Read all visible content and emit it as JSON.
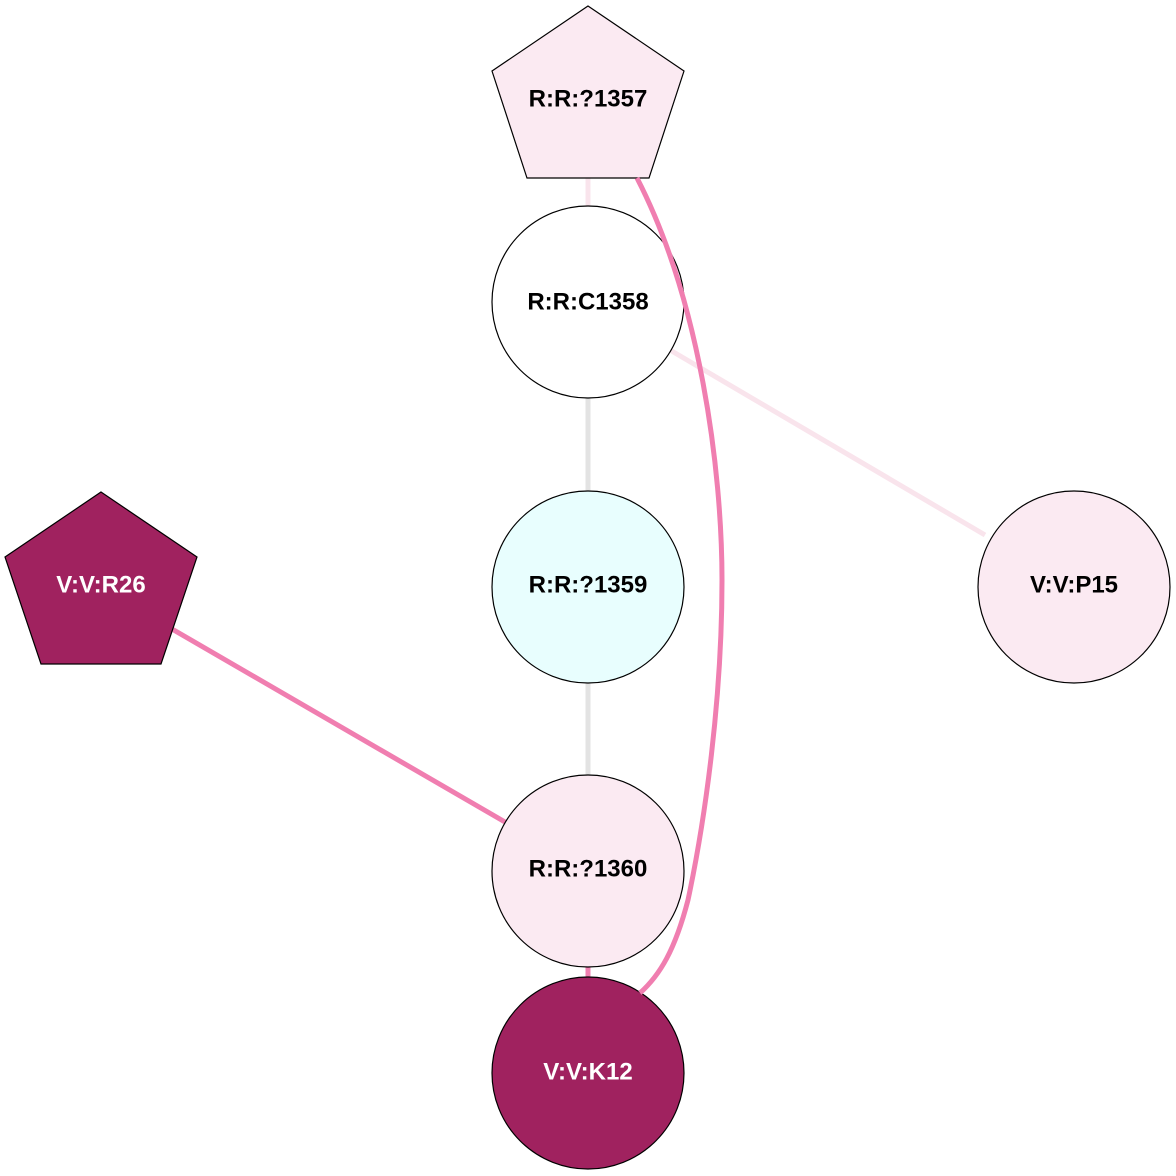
{
  "colors": {
    "edge_strong": "#f07eb0",
    "edge_faint": "#f9e4ec",
    "edge_gray": "#e3e3e3",
    "node_dark": "#a0225f",
    "node_light_pink": "#fbeaf2",
    "node_cyan": "#e8fefe",
    "node_white": "#ffffff"
  },
  "nodes": [
    {
      "id": "R:R:?1357",
      "label": "R:R:?1357",
      "shape": "pentagon",
      "fill": "#fbeaf2",
      "text_color": "#000000"
    },
    {
      "id": "R:R:C1358",
      "label": "R:R:C1358",
      "shape": "circle",
      "fill": "#ffffff",
      "text_color": "#000000"
    },
    {
      "id": "R:R:?1359",
      "label": "R:R:?1359",
      "shape": "circle",
      "fill": "#e8fefe",
      "text_color": "#000000"
    },
    {
      "id": "R:R:?1360",
      "label": "R:R:?1360",
      "shape": "circle",
      "fill": "#fbeaf2",
      "text_color": "#000000"
    },
    {
      "id": "V:V:K12",
      "label": "V:V:K12",
      "shape": "circle",
      "fill": "#a0225f",
      "text_color": "#ffffff"
    },
    {
      "id": "V:V:P15",
      "label": "V:V:P15",
      "shape": "circle",
      "fill": "#fbeaf2",
      "text_color": "#000000"
    },
    {
      "id": "V:V:R26",
      "label": "V:V:R26",
      "shape": "pentagon",
      "fill": "#a0225f",
      "text_color": "#ffffff"
    }
  ],
  "edges": [
    {
      "source": "R:R:?1357",
      "target": "R:R:C1358",
      "color": "#f9e4ec"
    },
    {
      "source": "R:R:?1357",
      "target": "V:V:K12",
      "color": "#f07eb0"
    },
    {
      "source": "R:R:C1358",
      "target": "V:V:P15",
      "color": "#f9e4ec"
    },
    {
      "source": "R:R:C1358",
      "target": "R:R:?1359",
      "color": "#e3e3e3"
    },
    {
      "source": "R:R:?1359",
      "target": "R:R:?1360",
      "color": "#e3e3e3"
    },
    {
      "source": "V:V:R26",
      "target": "R:R:?1360",
      "color": "#f07eb0"
    },
    {
      "source": "R:R:?1360",
      "target": "V:V:K12",
      "color": "#f07eb0"
    }
  ]
}
